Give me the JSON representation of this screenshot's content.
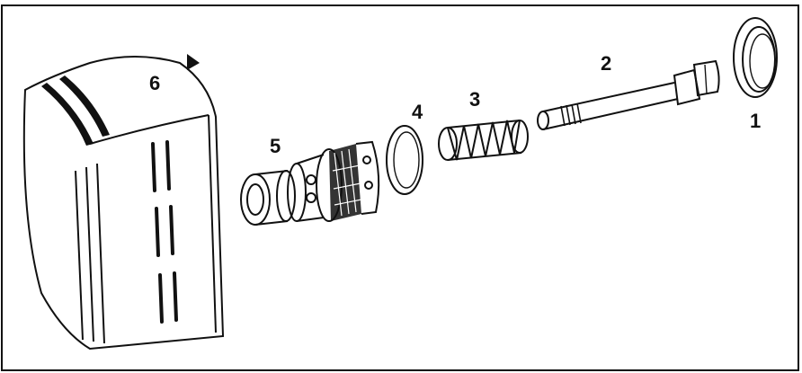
{
  "diagram": {
    "parts": [
      {
        "id": "part-1",
        "label": "1"
      },
      {
        "id": "part-2",
        "label": "2"
      },
      {
        "id": "part-3",
        "label": "3"
      },
      {
        "id": "part-4",
        "label": "4"
      },
      {
        "id": "part-5",
        "label": "5"
      },
      {
        "id": "part-6",
        "label": "6"
      }
    ],
    "colors": {
      "line": "#111111",
      "background": "#ffffff"
    }
  }
}
